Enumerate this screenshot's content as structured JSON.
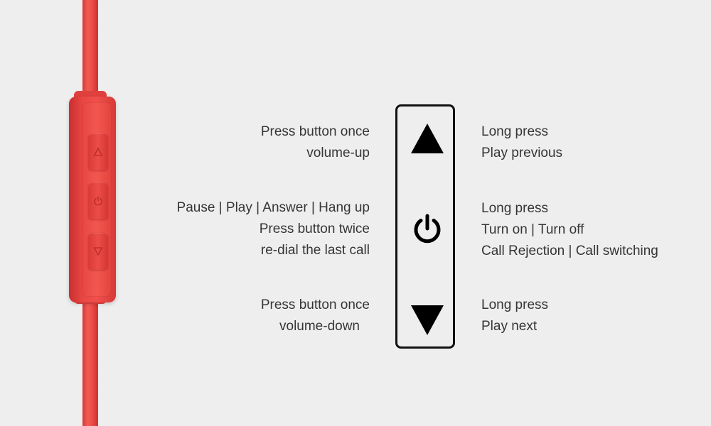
{
  "colors": {
    "background": "#eeeeee",
    "cable": "#ea4a46",
    "panel_border": "#111111",
    "text": "#353535"
  },
  "icons": {
    "up": "triangle-up-icon",
    "power": "power-icon",
    "down": "triangle-down-icon"
  },
  "volume_up": {
    "left": [
      "Press button once",
      "volume-up"
    ],
    "right": [
      "Long press",
      "Play previous"
    ]
  },
  "power_button": {
    "left": [
      "Pause | Play | Answer | Hang up",
      "Press button twice",
      "re-dial the last call"
    ],
    "right": [
      "Long press",
      "Turn on | Turn off",
      "Call Rejection | Call switching"
    ]
  },
  "volume_down": {
    "left": [
      "Press button once",
      "volume-down"
    ],
    "right": [
      "Long press",
      "Play next"
    ]
  }
}
